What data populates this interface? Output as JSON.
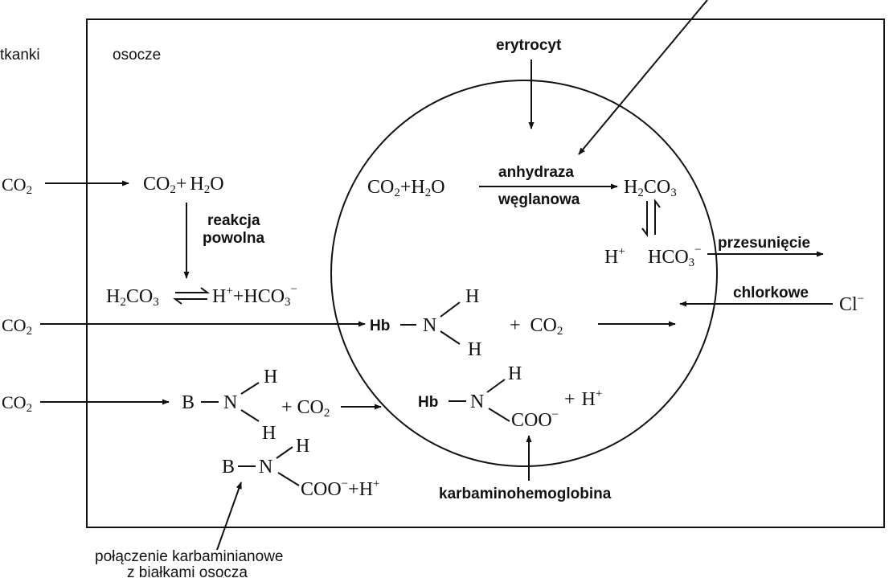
{
  "labels": {
    "tissues": "tkanki",
    "plasma": "osocze",
    "erythrocyte": "erytrocyt",
    "carbonic_anhydrase_line1": "anhydraza",
    "carbonic_anhydrase_line2": "węglanowa",
    "slow_reaction_line1": "reakcja",
    "slow_reaction_line2": "powolna",
    "chloride_shift_line1": "przesunięcie",
    "chloride_shift_line2": "chlorkowe",
    "carbaminohemoglobin": "karbaminohemoglobina",
    "carbamino_plasma_line1": "połączenie karbaminianowe",
    "carbamino_plasma_line2": "z białkami osocza"
  },
  "chem": {
    "co2": "CO",
    "h2o": "H",
    "h2co3_h": "H",
    "h2co3_co": "CO",
    "h": "H",
    "hco": "HCO",
    "hb": "Hb",
    "n": "N",
    "b": "B",
    "coo": "COO",
    "cl": "Cl",
    "plus": "+",
    "minus": "−",
    "two": "2",
    "three": "3",
    "o": "O",
    "bond": "—"
  }
}
